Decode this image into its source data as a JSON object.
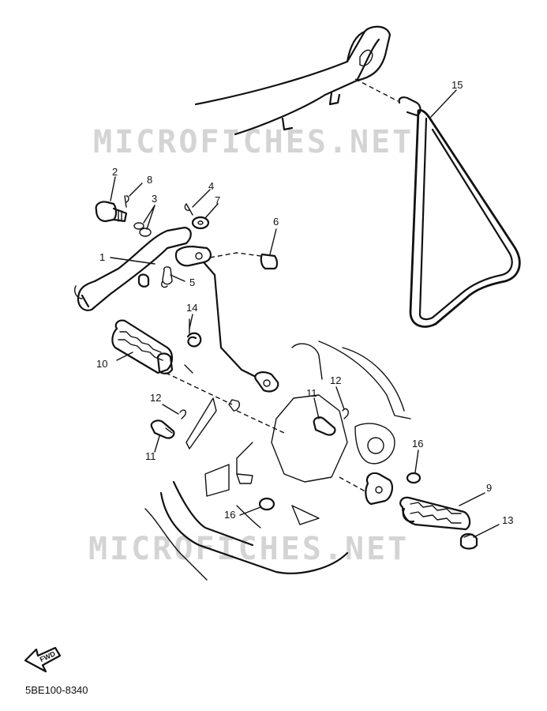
{
  "watermarks": [
    "MICROFICHES.NET",
    "MICROFICHES.NET"
  ],
  "callouts": {
    "c1": "1",
    "c2": "2",
    "c3": "3",
    "c4": "4",
    "c5": "5",
    "c6": "6",
    "c7": "7",
    "c8": "8",
    "c9": "9",
    "c10": "10",
    "c11a": "11",
    "c11b": "11",
    "c12a": "12",
    "c12b": "12",
    "c13": "13",
    "c14": "14",
    "c15": "15",
    "c16a": "16",
    "c16b": "16"
  },
  "fwd_label": "FWD",
  "diagram_code": "5BE100-8340"
}
